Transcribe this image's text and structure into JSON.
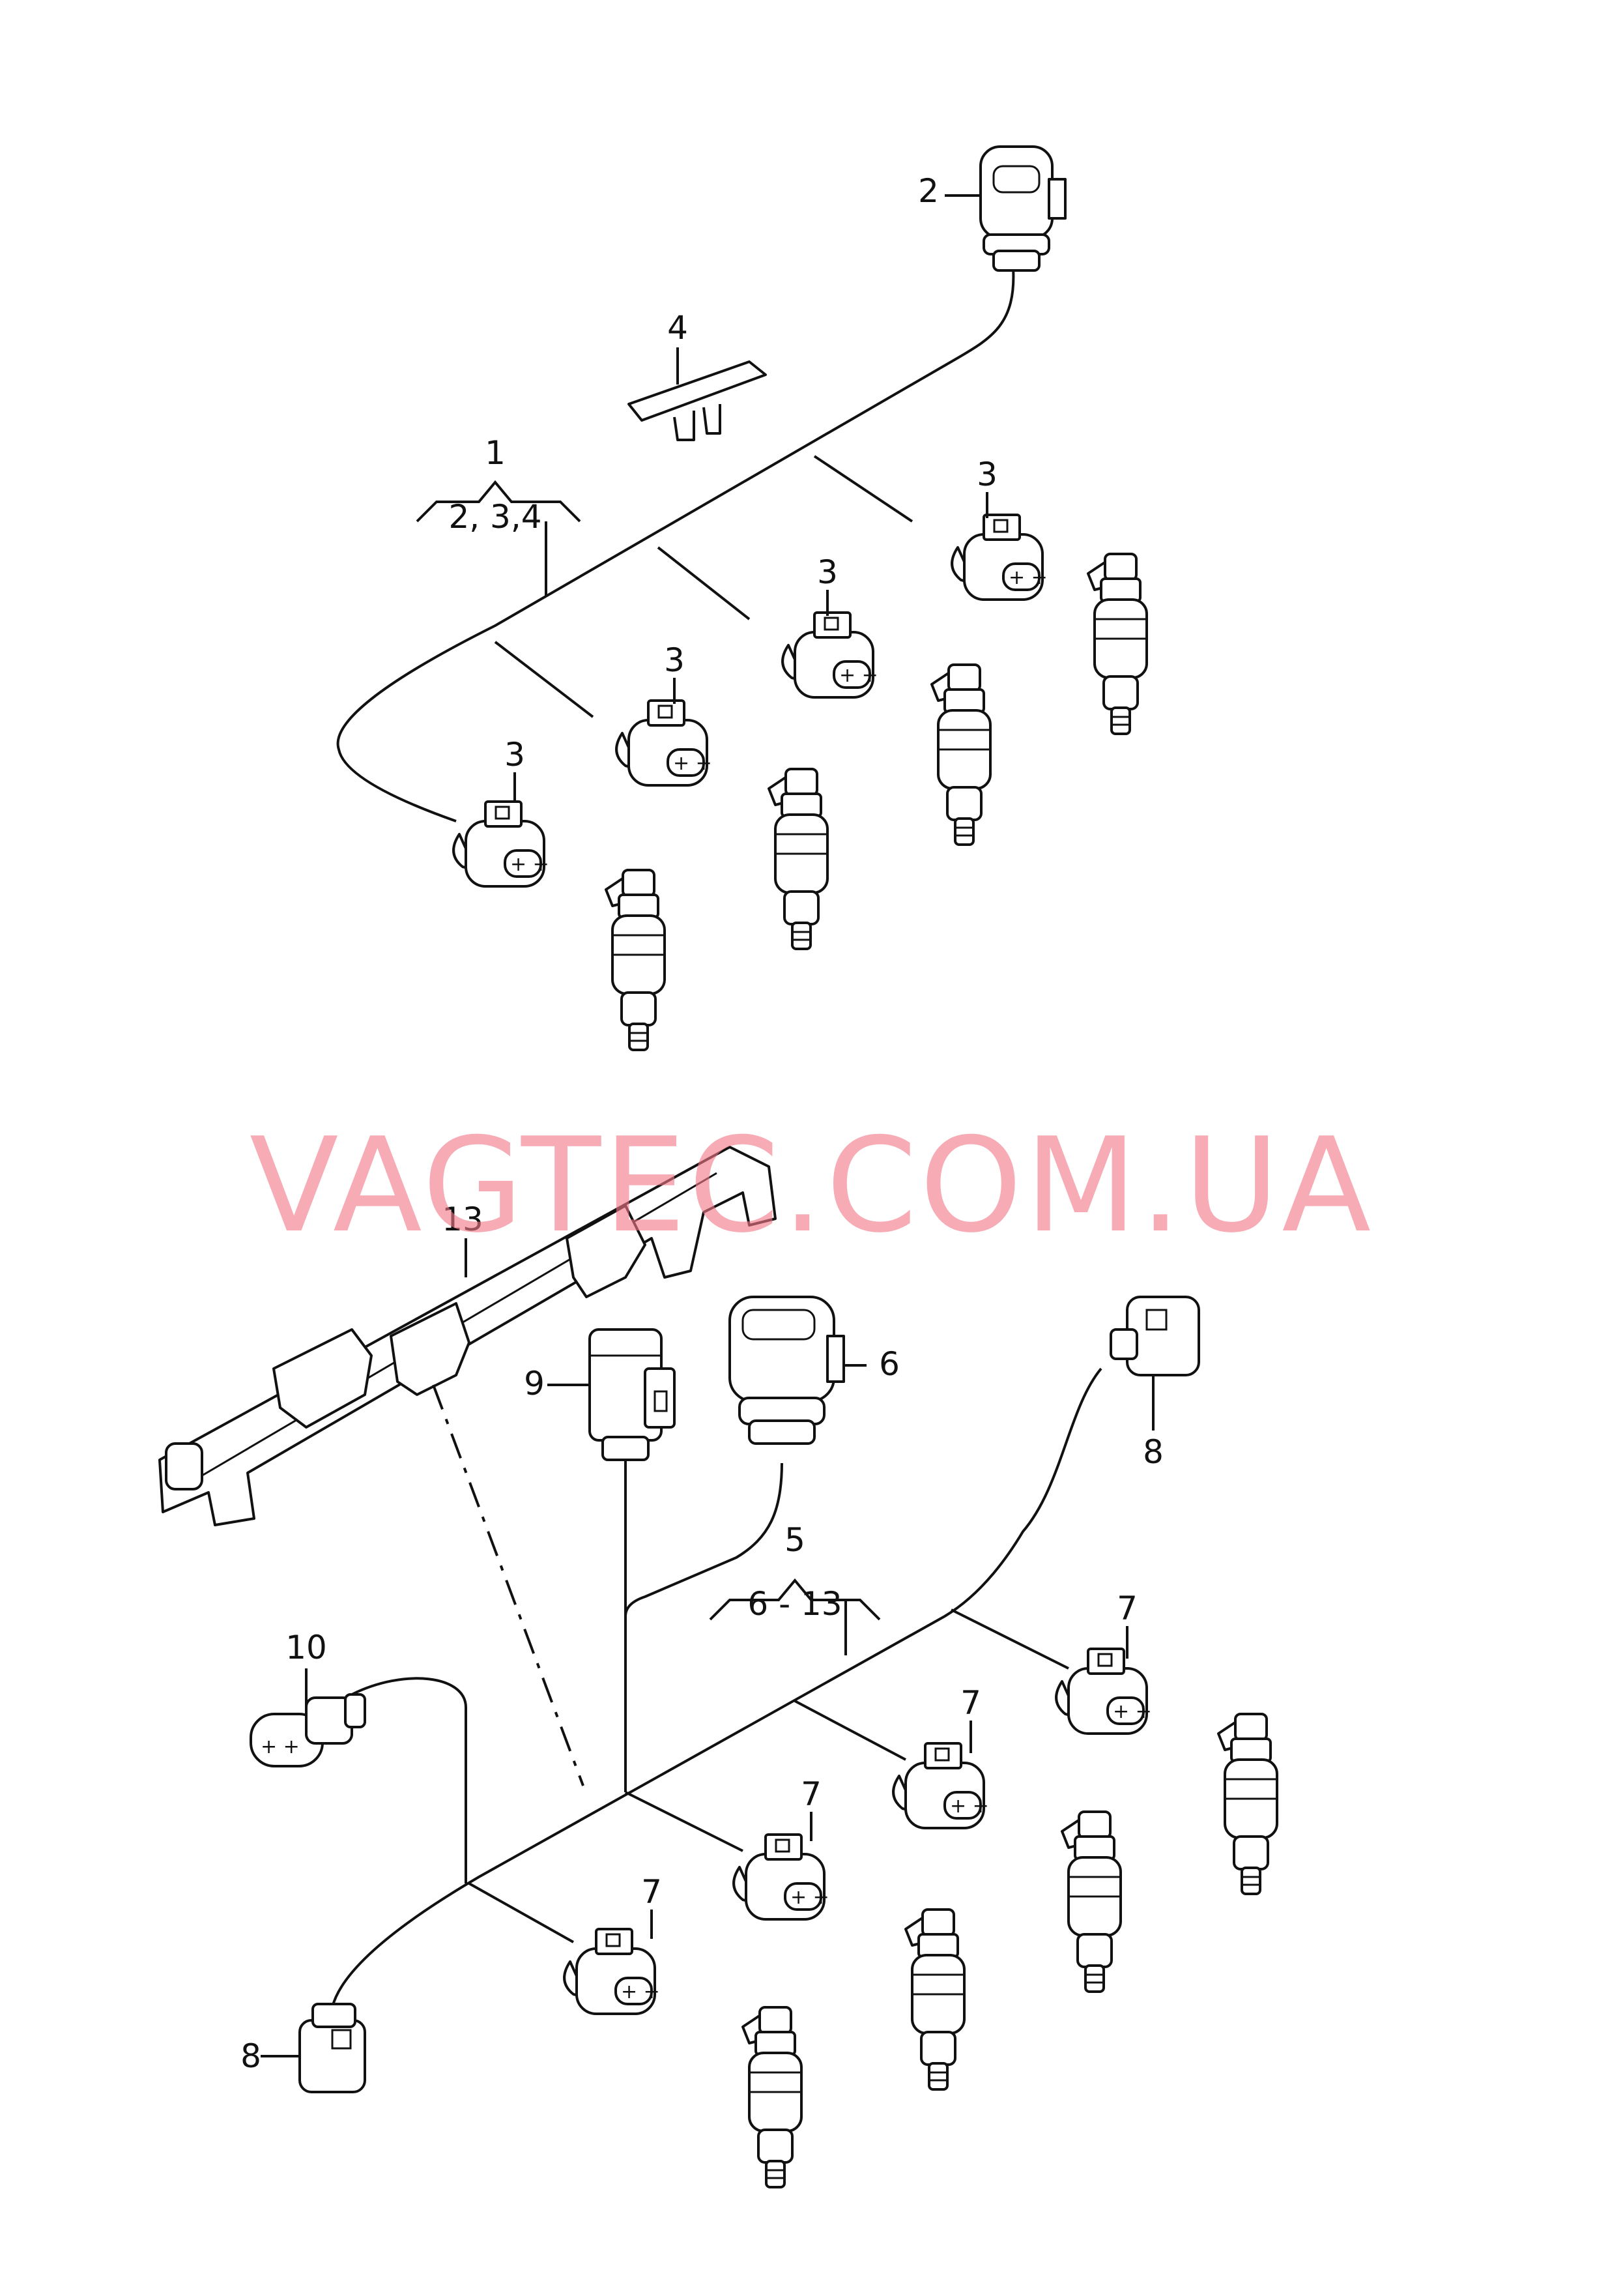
{
  "watermark": "VAGTEC.COM.UA",
  "callouts": {
    "top_group": {
      "number": "1",
      "children": "2, 3,4"
    },
    "top_connector": "2",
    "top_clip": "4",
    "top_injector_connectors": [
      "3",
      "3",
      "3",
      "3"
    ],
    "bottom_group": {
      "number": "5",
      "children": "6 - 13"
    },
    "bottom_connector_main": "6",
    "bottom_connector_right": "8",
    "bottom_connector_left": "8",
    "bottom_connector_nine": "9",
    "bottom_sensor": "10",
    "bottom_rail": "13",
    "bottom_injector_connectors": [
      "7",
      "7",
      "7",
      "7"
    ]
  },
  "colors": {
    "line": "#111111",
    "watermark": "#f27887",
    "background": "#ffffff"
  }
}
